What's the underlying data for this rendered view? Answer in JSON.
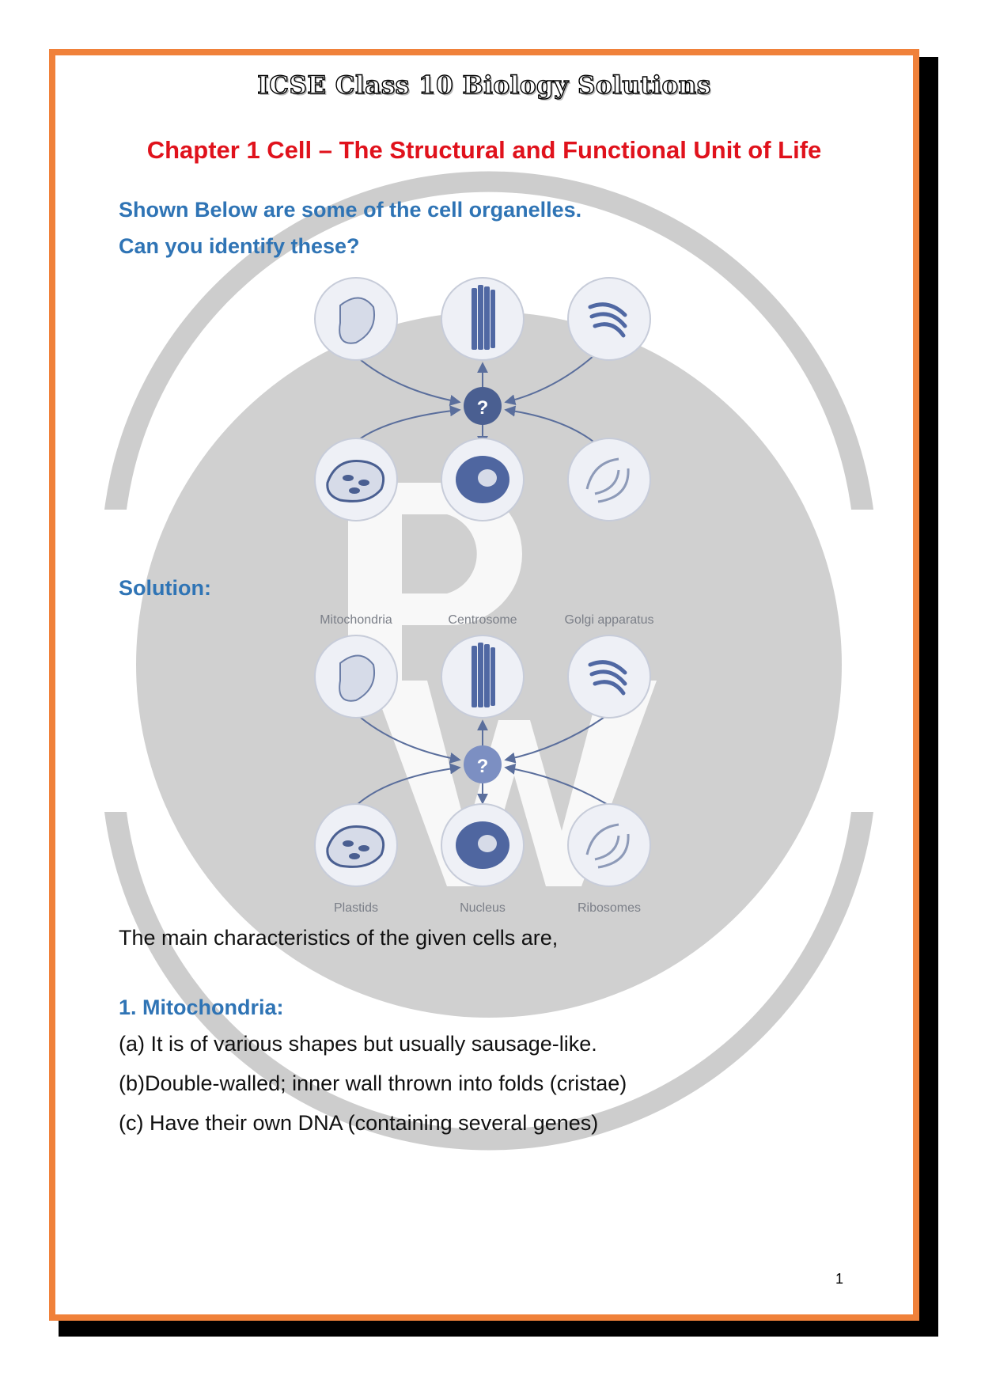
{
  "header": {
    "title": "ICSE Class 10 Biology Solutions",
    "chapter": "Chapter 1 Cell – The Structural and Functional Unit of Life"
  },
  "question": {
    "line1": "Shown Below are some of the cell organelles.",
    "line2": "Can you identify these?"
  },
  "solution": {
    "heading": "Solution:",
    "labels": {
      "mitochondria": "Mitochondria",
      "centrosome": "Centrosome",
      "golgi": "Golgi apparatus",
      "plastids": "Plastids",
      "nucleus": "Nucleus",
      "ribosomes": "Ribosomes"
    },
    "center_mark": "?"
  },
  "content": {
    "intro": "The main characteristics of the given cells are,",
    "section1_heading": "1. Mitochondria:",
    "points": [
      "(a) It is of various shapes but usually sausage-like.",
      "(b)Double-walled; inner wall thrown into folds (cristae)",
      "(c) Have their own DNA (containing several genes)"
    ]
  },
  "page_number": "1",
  "colors": {
    "border": "#f0813a",
    "chapter_red": "#e0121c",
    "heading_blue": "#2f74b5",
    "organelle_blue": "#4a5f91",
    "watermark_gray": "#c8c8c8"
  }
}
